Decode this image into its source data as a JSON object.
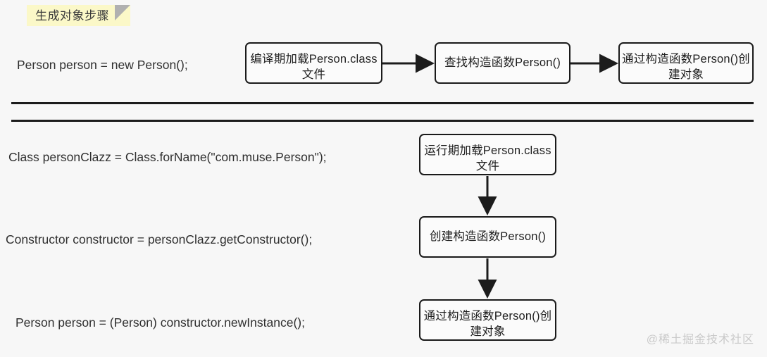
{
  "diagram": {
    "tag_label": "生成对象步骤",
    "watermark": "@稀土掘金技术社区",
    "colors": {
      "background": "#f7f7f7",
      "tag_fill": "#fbf8c8",
      "tag_fold": "#b0b0b0",
      "box_border": "#1a1a1a",
      "box_fill": "#fbfbfb",
      "rule": "#1c1c1c",
      "text": "#1f1f1f",
      "watermark": "#c9c9c9"
    }
  },
  "section_new": {
    "code": "Person person = new Person();",
    "boxes": [
      {
        "text": "编译期加载Person.class文件"
      },
      {
        "text": "查找构造函数Person()"
      },
      {
        "text": "通过构造函数Person()创建对象"
      }
    ]
  },
  "section_reflection": {
    "codes": [
      "Class personClazz = Class.forName(\"com.muse.Person\");",
      "Constructor constructor = personClazz.getConstructor();",
      "Person person = (Person) constructor.newInstance();"
    ],
    "boxes": [
      {
        "text": "运行期加载Person.class文件"
      },
      {
        "text": "创建构造函数Person()"
      },
      {
        "text": "通过构造函数Person()创建对象"
      }
    ]
  }
}
